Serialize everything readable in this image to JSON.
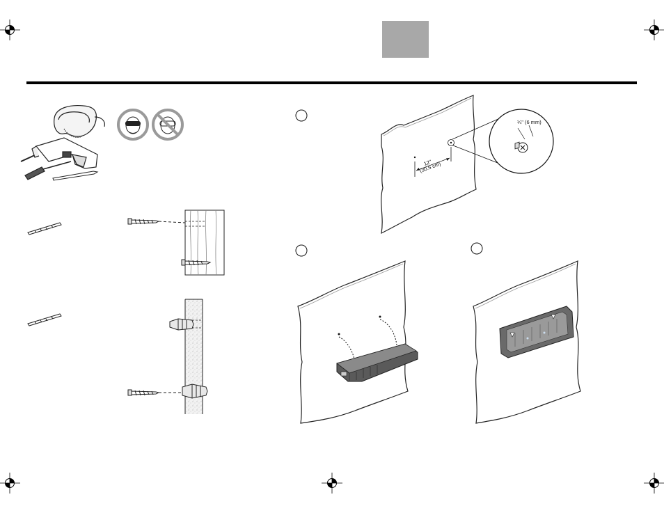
{
  "header": {
    "tab_color": "#a8a8a8",
    "rule_color": "#000000"
  },
  "steps": {
    "step1": {
      "label": "",
      "icon": "circle-step-marker"
    },
    "step2": {
      "label": "",
      "icon": "circle-step-marker"
    },
    "step3": {
      "label": "",
      "icon": "circle-step-marker"
    }
  },
  "measurements": {
    "hole_spacing_imperial": "12\"",
    "hole_spacing_metric": "(30.5 cm)",
    "screw_head_gap": "¼\" (6 mm)"
  },
  "icons": [
    "safety-goggles-icon",
    "power-drill-icon",
    "screwdriver-icon",
    "pencil-icon",
    "wear-eye-protection-icon",
    "no-protection-prohibited-icon",
    "drill-bit-icon",
    "wood-screw-icon",
    "wall-anchor-icon",
    "registration-mark-icon"
  ]
}
